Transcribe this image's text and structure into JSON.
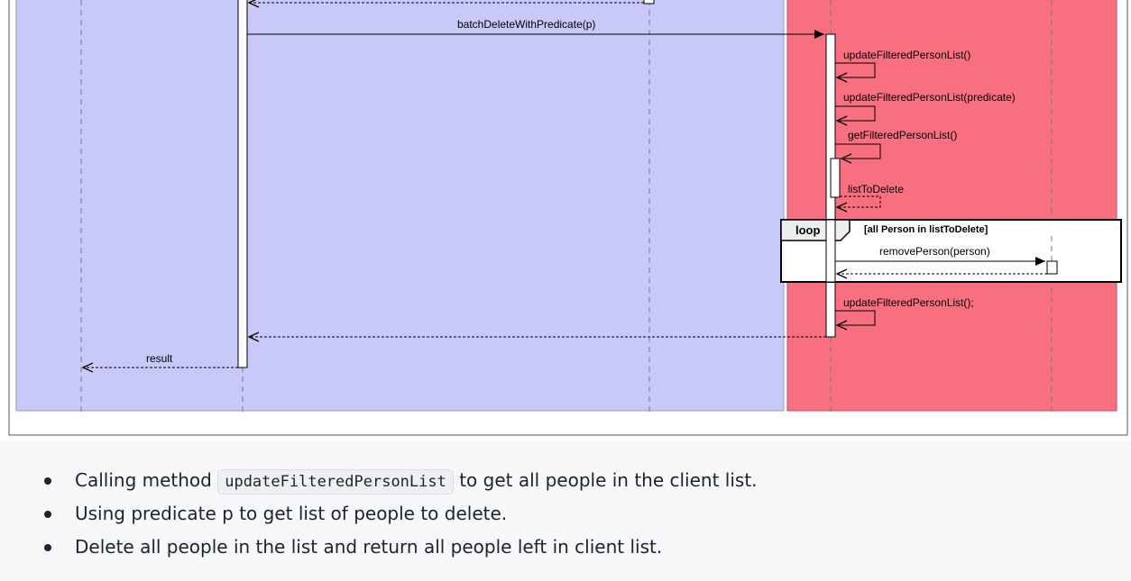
{
  "diagram": {
    "colors": {
      "logic_box": "#c8c8f9",
      "model_box": "#f87080",
      "lifeline": "#7a7a7a",
      "frame_border": "#555555"
    },
    "messages": {
      "batch_delete": "batchDeleteWithPredicate(p)",
      "update_all": "updateFilteredPersonList()",
      "update_predicate": "updateFilteredPersonList(predicate)",
      "get_filtered": "getFilteredPersonList()",
      "list_to_delete": "listToDelete",
      "remove_person": "removePerson(person)",
      "update_final": "updateFilteredPersonList();",
      "result": "result"
    },
    "loop": {
      "label": "loop",
      "condition": "[all Person in listToDelete]"
    }
  },
  "notes": {
    "items": [
      {
        "before": "Calling method ",
        "code": "updateFilteredPersonList",
        "after": " to get all people in the client list."
      },
      {
        "text": "Using predicate p to get list of people to delete."
      },
      {
        "text": "Delete all people in the list and return all people left in client list."
      }
    ]
  }
}
